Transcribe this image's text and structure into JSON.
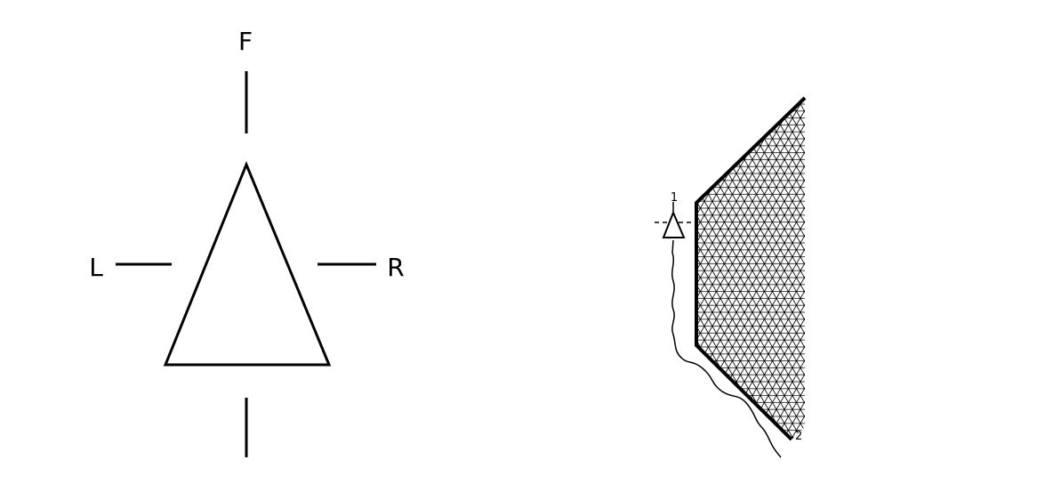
{
  "orientation_key": {
    "labels": {
      "front": "F",
      "left": "L",
      "right": "R"
    }
  },
  "wall_scene": {
    "markers": {
      "start": "1",
      "end": "2"
    },
    "colors": {
      "ink": "#000000",
      "background": "#ffffff"
    }
  }
}
